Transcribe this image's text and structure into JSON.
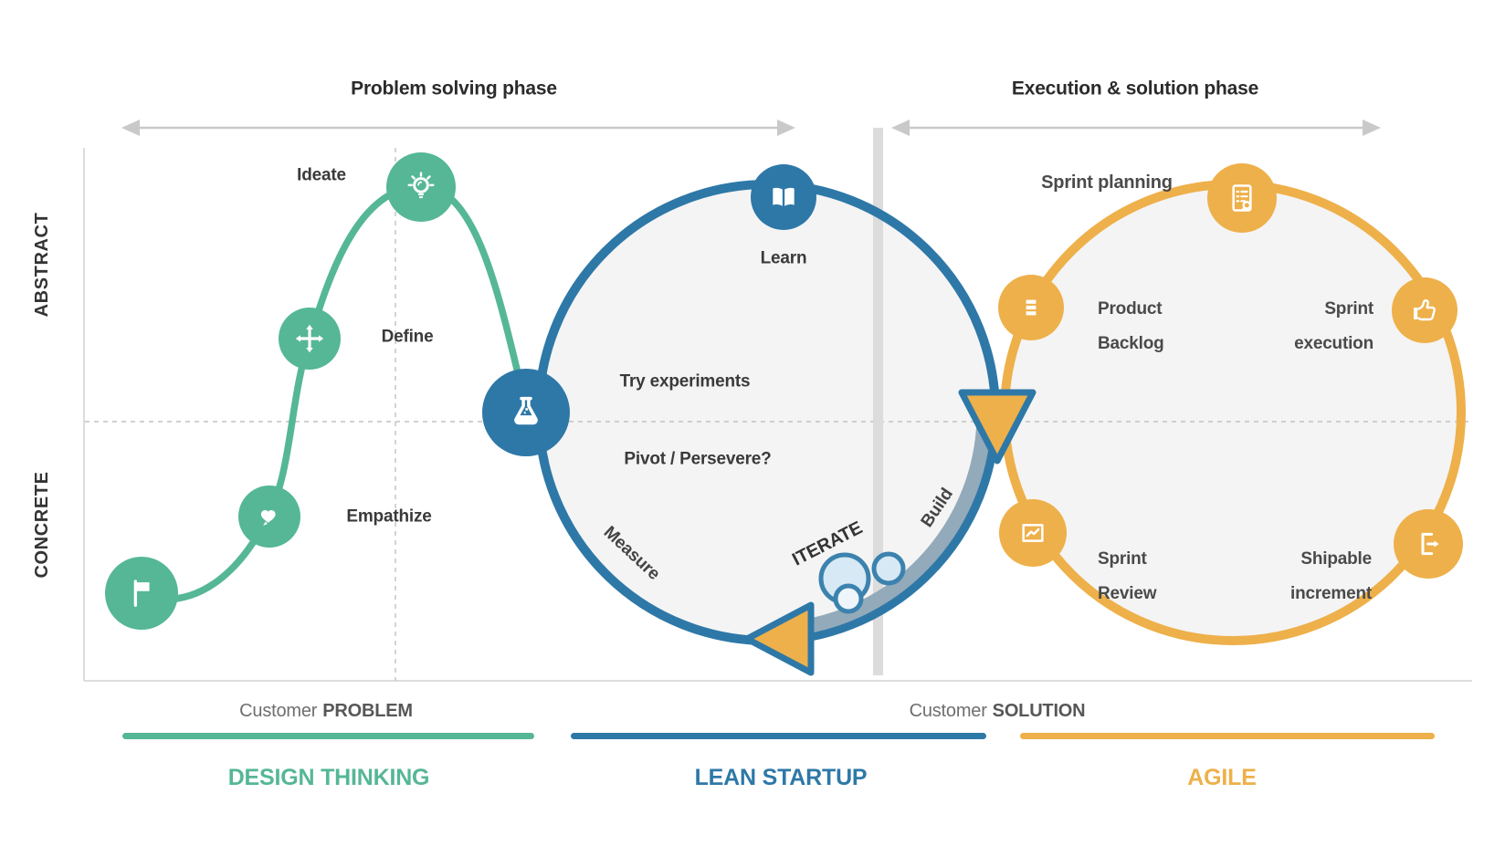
{
  "headers": {
    "problem_phase": "Problem solving phase",
    "execution_phase": "Execution & solution phase"
  },
  "axis": {
    "top": "ABSTRACT",
    "bottom": "CONCRETE"
  },
  "design_thinking": {
    "ideate": "Ideate",
    "define": "Define",
    "empathize": "Empathize"
  },
  "lean_startup": {
    "learn": "Learn",
    "try_experiments": "Try experiments",
    "pivot_persevere": "Pivot / Persevere?",
    "measure": "Measure",
    "iterate": "ITERATE",
    "build": "Build"
  },
  "agile": {
    "sprint_planning": "Sprint planning",
    "product_backlog": "Product\nBacklog",
    "sprint_execution": "Sprint\nexecution",
    "sprint_review": "Sprint\nReview",
    "shipable_increment": "Shipable\nincrement"
  },
  "footer": {
    "problem_prefix": "Customer",
    "problem_term": "PROBLEM",
    "solution_prefix": "Customer",
    "solution_term": "SOLUTION",
    "design_thinking": "DESIGN THINKING",
    "lean_startup": "LEAN STARTUP",
    "agile": "AGILE"
  },
  "colors": {
    "teal": "#55B795",
    "blue": "#2E78A8",
    "orange": "#EEB04A",
    "steel": "#93AABA",
    "bubble-fill": "#D6E9F4",
    "circle-fill": "#F4F4F4",
    "line-gray": "#C9C9C9",
    "bar-gray": "#DCDCDC",
    "text-dark": "#3A3A3A",
    "text-gray": "#6E6E6E"
  }
}
